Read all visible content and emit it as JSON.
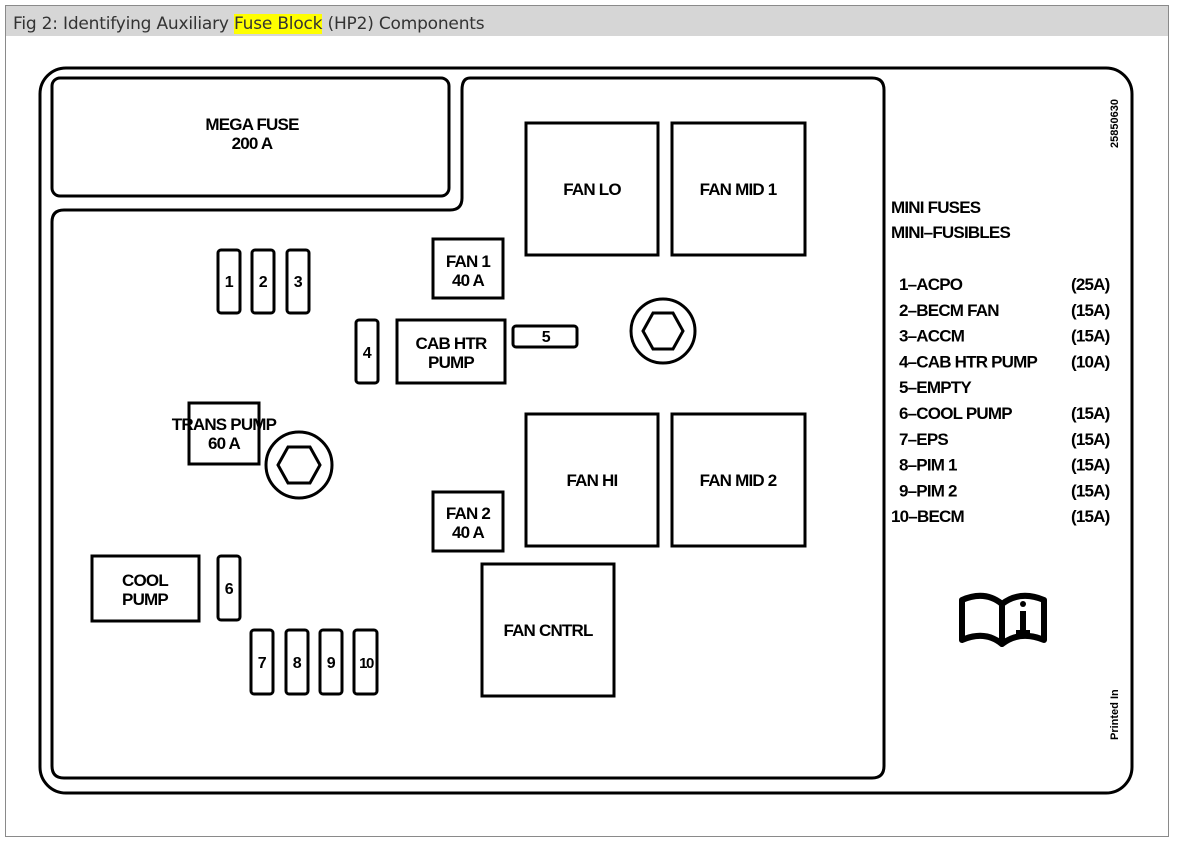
{
  "caption": {
    "prefix": "Fig 2: Identifying Auxiliary ",
    "highlight": "Fuse Block",
    "suffix": " (HP2) Components",
    "highlight_color": "#ffff00"
  },
  "diagram": {
    "mega_fuse": {
      "line1": "MEGA FUSE",
      "line2": "200 A"
    },
    "small_fuses": [
      "1",
      "2",
      "3",
      "4",
      "5",
      "6",
      "7",
      "8",
      "9",
      "10"
    ],
    "fan1": {
      "line1": "FAN 1",
      "line2": "40 A"
    },
    "fan2": {
      "line1": "FAN 2",
      "line2": "40 A"
    },
    "cab_htr_pump": {
      "line1": "CAB HTR",
      "line2": "PUMP"
    },
    "trans_pump": {
      "line1": "TRANS PUMP",
      "line2": "60 A"
    },
    "cool_pump": {
      "line1": "COOL",
      "line2": "PUMP"
    },
    "relays": {
      "fan_lo": "FAN LO",
      "fan_mid1": "FAN MID 1",
      "fan_hi": "FAN HI",
      "fan_mid2": "FAN MID 2",
      "fan_cntrl": "FAN CNTRL"
    },
    "part_number": "25850630",
    "printed_in": "Printed In",
    "legend": {
      "title1": "MINI FUSES",
      "title2": "MINI–FUSIBLES",
      "items": [
        {
          "name": "1–ACPO",
          "rating": "(25A)"
        },
        {
          "name": "2–BECM FAN",
          "rating": "(15A)"
        },
        {
          "name": "3–ACCM",
          "rating": "(15A)"
        },
        {
          "name": "4–CAB HTR PUMP",
          "rating": "(10A)"
        },
        {
          "name": "5–EMPTY",
          "rating": ""
        },
        {
          "name": "6–COOL PUMP",
          "rating": "(15A)"
        },
        {
          "name": "7–EPS",
          "rating": "(15A)"
        },
        {
          "name": "8–PIM 1",
          "rating": "(15A)"
        },
        {
          "name": "9–PIM 2",
          "rating": "(15A)"
        },
        {
          "name": "10–BECM",
          "rating": "(15A)"
        }
      ]
    },
    "info_icon": "owner-manual-info-icon"
  }
}
